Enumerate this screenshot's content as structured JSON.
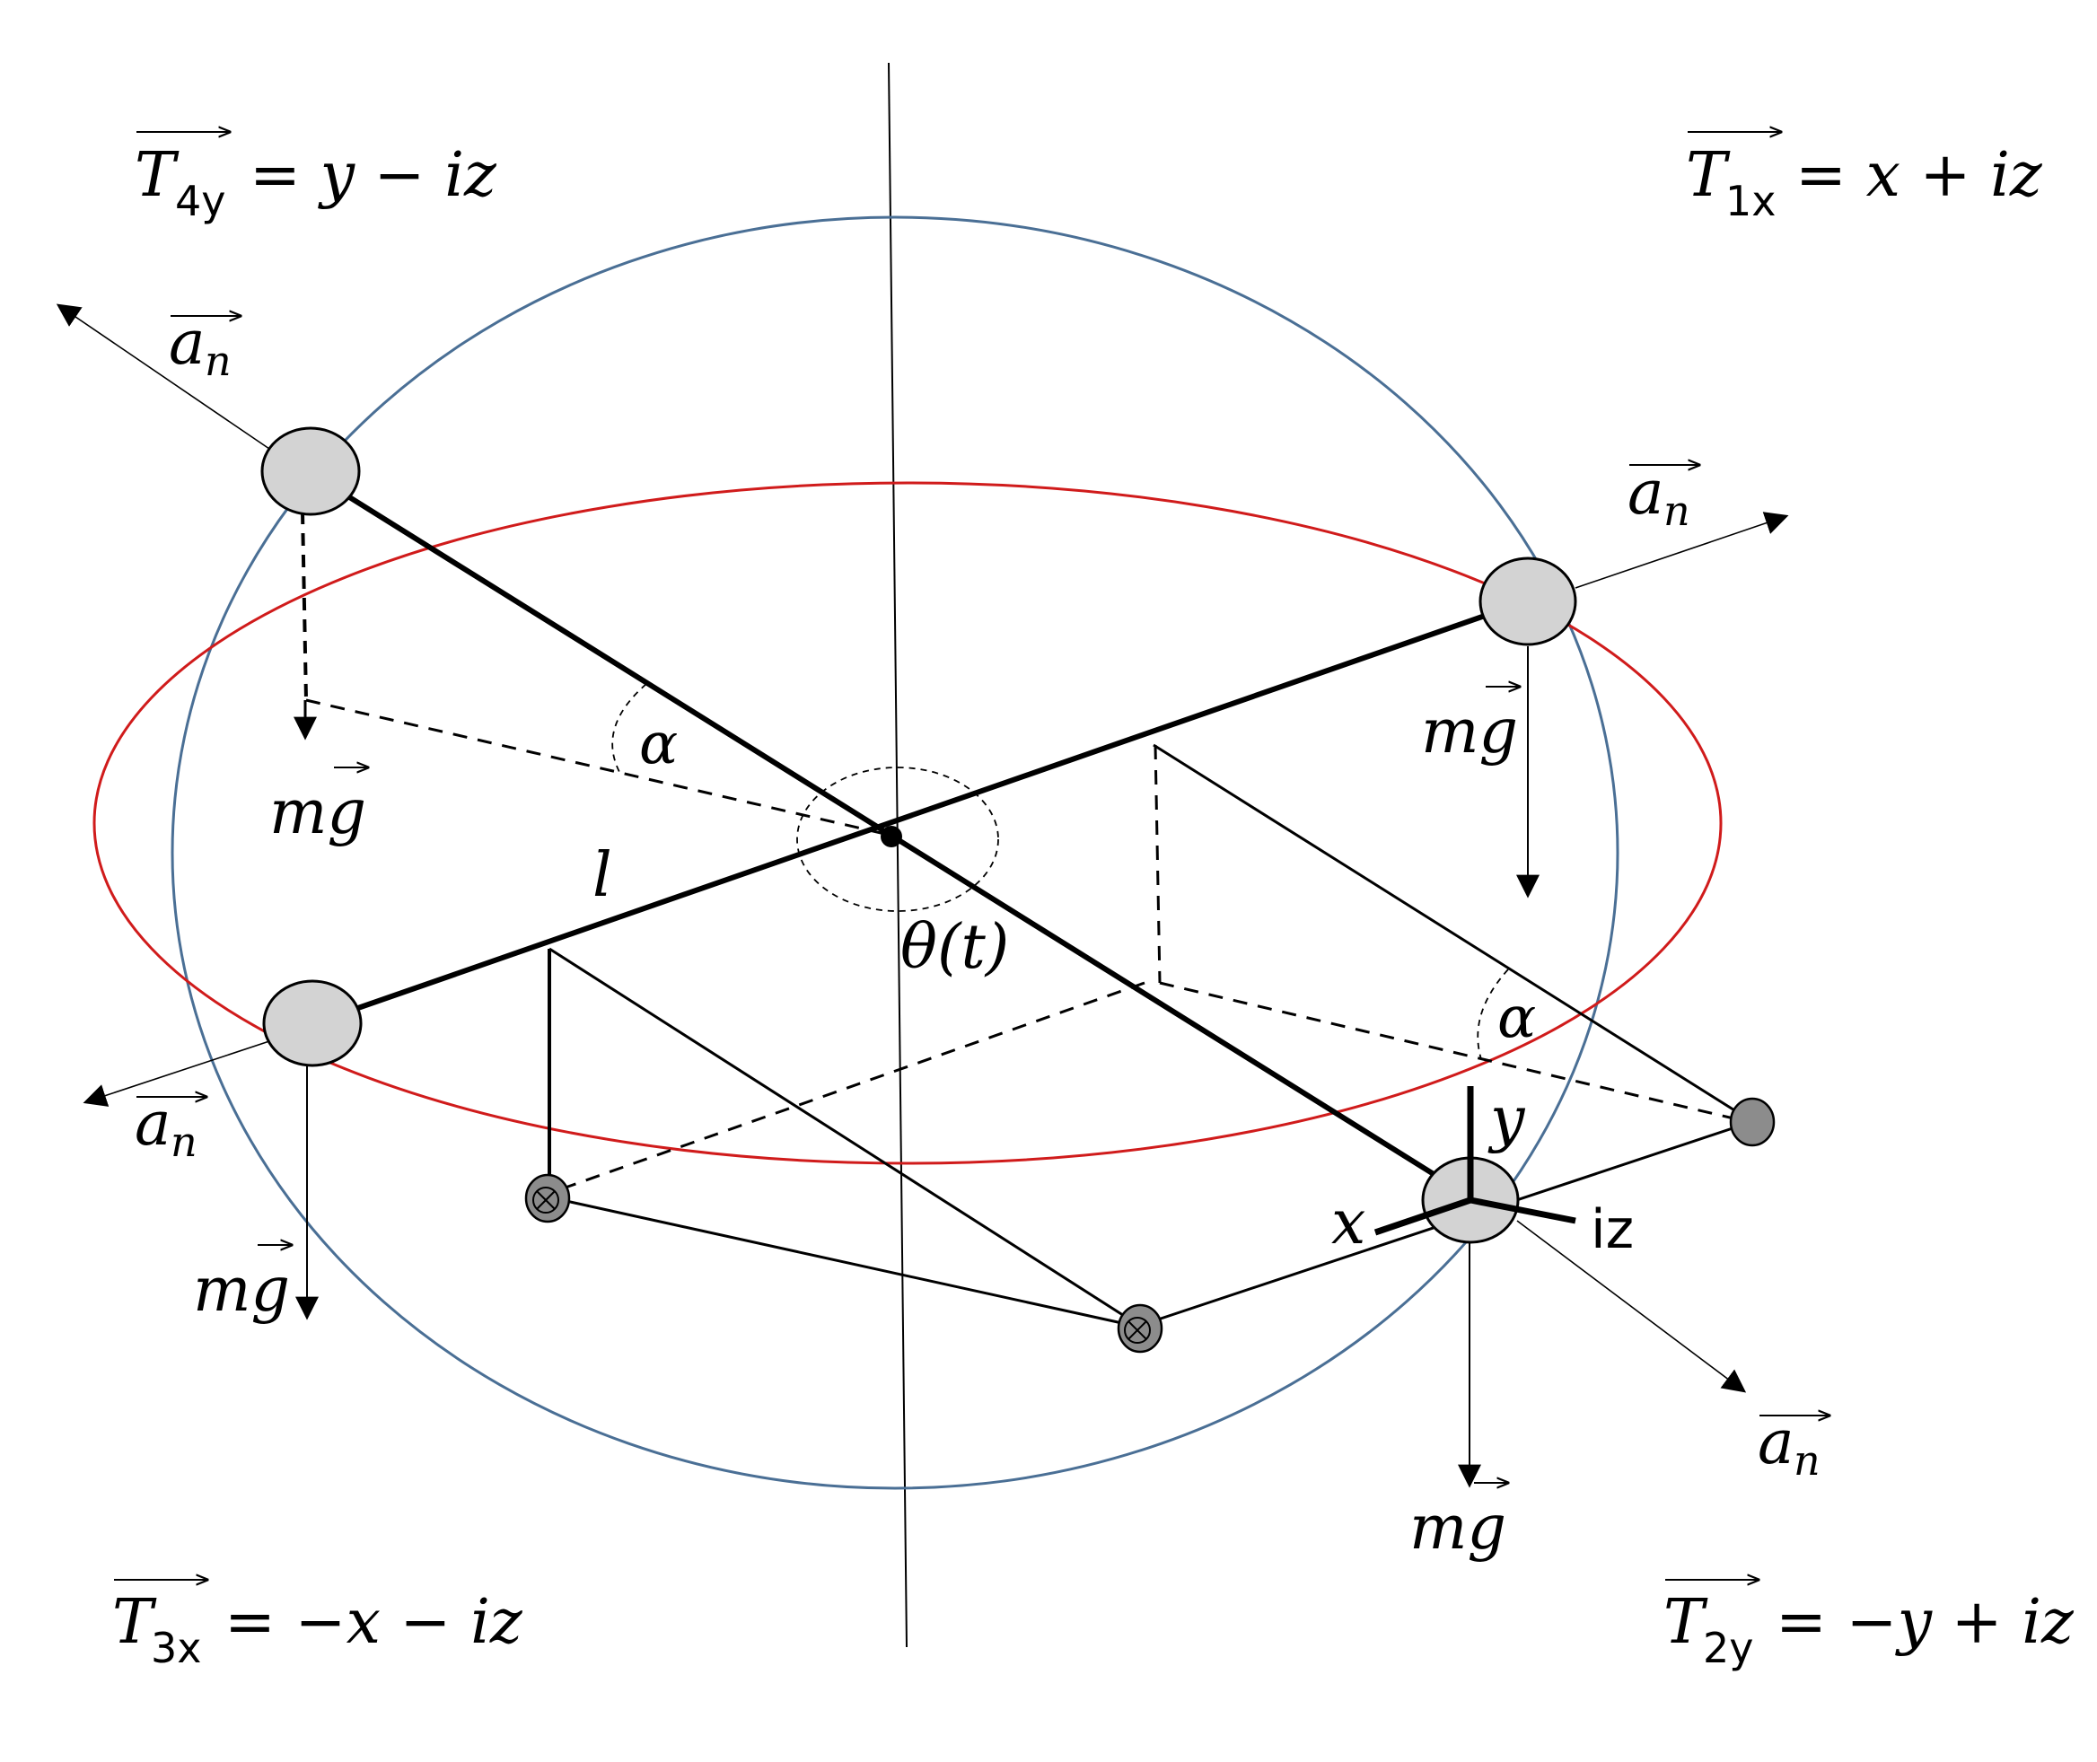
{
  "labels": {
    "t4y_eq": "= y − iz",
    "t1x_eq": "= x + iz",
    "t3x_eq": "= −x − iz",
    "t2y_eq": "= −y + iz",
    "T": "T",
    "t4y_sub": "4y",
    "t1x_sub": "1x",
    "t3x_sub": "3x",
    "t2y_sub": "2y",
    "an": "a",
    "an_sub": "n",
    "mg": "mg",
    "alpha": "α",
    "theta": "θ(t)",
    "l": "l",
    "axis_x": "x",
    "axis_y": "y",
    "axis_iz": "iz"
  },
  "colors": {
    "blue_circle": "#4a6f95",
    "red_ellipse": "#d01b1b",
    "mass_fill": "#d3d3d3",
    "small_mass_fill": "#8c8c8c"
  }
}
